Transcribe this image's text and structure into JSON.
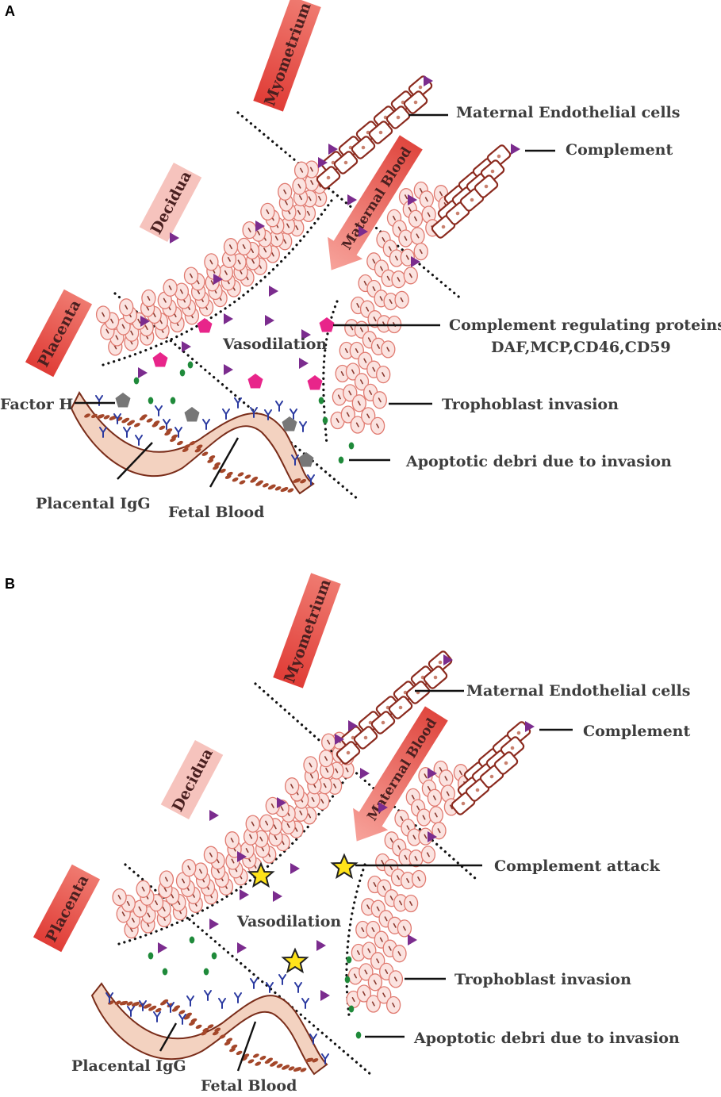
{
  "panels": [
    {
      "letter": "A",
      "regions": {
        "myometrium": "Myometrium",
        "decidua": "Decidua",
        "placenta": "Placenta",
        "maternal_blood": "Maternal Blood"
      },
      "labels": {
        "endothelial": "Maternal Endothelial cells",
        "complement": "Complement",
        "regulating_line1": "Complement  regulating proteins",
        "regulating_line2": "DAF,MCP,CD46,CD59",
        "vasodilation": "Vasodilation",
        "factor_h": "Factor H",
        "trophoblast": "Trophoblast invasion",
        "apoptotic": "Apoptotic debri due to invasion",
        "placental_igg": "Placental IgG",
        "fetal_blood": "Fetal Blood"
      }
    },
    {
      "letter": "B",
      "regions": {
        "myometrium": "Myometrium",
        "decidua": "Decidua",
        "placenta": "Placenta",
        "maternal_blood": "Maternal Blood"
      },
      "labels": {
        "endothelial": "Maternal Endothelial cells",
        "complement": "Complement",
        "complement_attack": "Complement attack",
        "vasodilation": "Vasodilation",
        "trophoblast": "Trophoblast invasion",
        "apoptotic": "Apoptotic debri due to invasion",
        "placental_igg": "Placental IgG",
        "fetal_blood": "Fetal Blood"
      }
    }
  ],
  "colors": {
    "region_tag": "#e8564f",
    "decidua_tag": "#f6c3bd",
    "complement_triangle": "#7b2c8e",
    "regulating_protein": "#e8258a",
    "factor_h": "#777777",
    "igg": "#2b3aa0",
    "apoptotic_debris": "#1f8a3a",
    "complement_attack_star": "#ffe31a"
  },
  "icons": {
    "complement": "purple-triangle",
    "regulating_protein": "pink-pentagon",
    "factor_h": "gray-pentagon",
    "igg": "blue-y-antibody",
    "apoptotic_debris": "green-dot",
    "complement_attack": "yellow-star"
  }
}
